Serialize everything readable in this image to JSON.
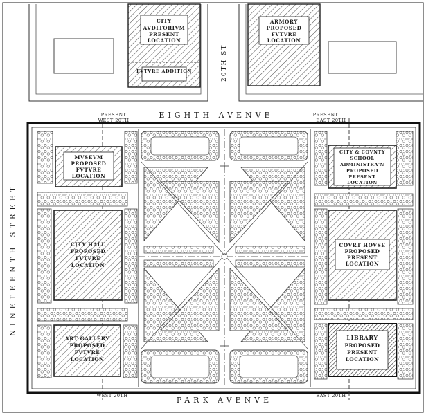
{
  "streets": {
    "top": "EIGHTH AVENVE",
    "bottom": "PARK AVENVE",
    "left": "NINETEENTH STREET",
    "mid": "20TH ST"
  },
  "markers": {
    "present_west_top": "PRESENT",
    "west_20th_top": "WEST 20TH",
    "present_east_top": "PRESENT",
    "east_20th_top": "EAST 20TH",
    "west_20th_bottom": "WEST 20TH",
    "east_20th_bottom": "EAST 20TH"
  },
  "buildings": {
    "auditorium": [
      "CITY",
      "AVDITORIVM",
      "PRESENT",
      "LOCATION"
    ],
    "auditorium_addition": "FVTVRE ADDITION",
    "armory": [
      "ARMORY",
      "PROPOSED",
      "FVTVRE",
      "LOCATION"
    ],
    "museum": [
      "MVSEVM",
      "PROPOSED",
      "FVTVRE",
      "LOCATION"
    ],
    "school": [
      "CITY & COVNTY",
      "SCHOOL",
      "ADMINISTRA'N",
      "PROPOSED",
      "PRESENT",
      "LOCATION"
    ],
    "city_hall": [
      "CITY HALL",
      "PROPOSED",
      "FVTVRE",
      "LOCATION"
    ],
    "court_house": [
      "COVRT HOVSE",
      "PROPOSED",
      "PRESENT",
      "LOCATION"
    ],
    "art_gallery": [
      "ART GALLERY",
      "PROPOSED",
      "FVTVRE",
      "LOCATION"
    ],
    "library": [
      "LIBRARY",
      "PROPOSED",
      "PRESENT",
      "LOCATION"
    ]
  }
}
